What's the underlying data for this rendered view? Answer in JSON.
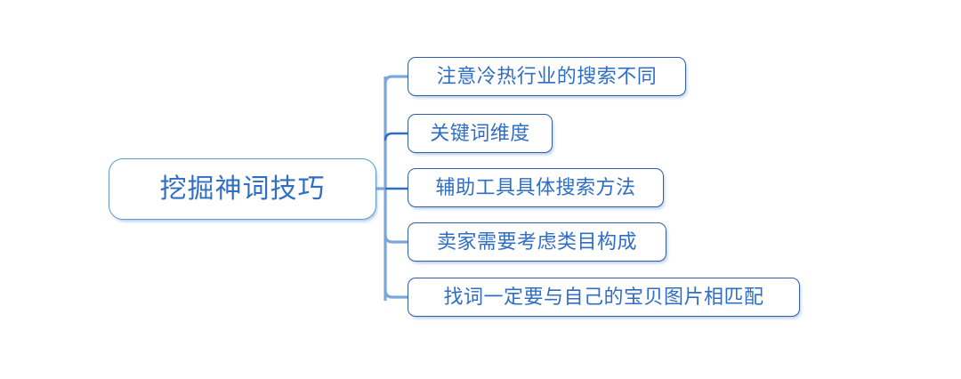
{
  "diagram": {
    "type": "mind-map",
    "orientation": "left-to-right",
    "colors": {
      "root_border": "#5b9bd5",
      "child_border": "#2f5fa8",
      "text": "#2f6ec4",
      "connector_light": "#7ba7dd",
      "connector_dark": "#2f6ec4",
      "background": "#ffffff"
    },
    "root": {
      "label": "挖掘神词技巧"
    },
    "children": [
      {
        "label": "注意冷热行业的搜索不同"
      },
      {
        "label": "关键词维度"
      },
      {
        "label": "辅助工具具体搜索方法"
      },
      {
        "label": "卖家需要考虑类目构成"
      },
      {
        "label": "找词一定要与自己的宝贝图片相匹配"
      }
    ]
  }
}
